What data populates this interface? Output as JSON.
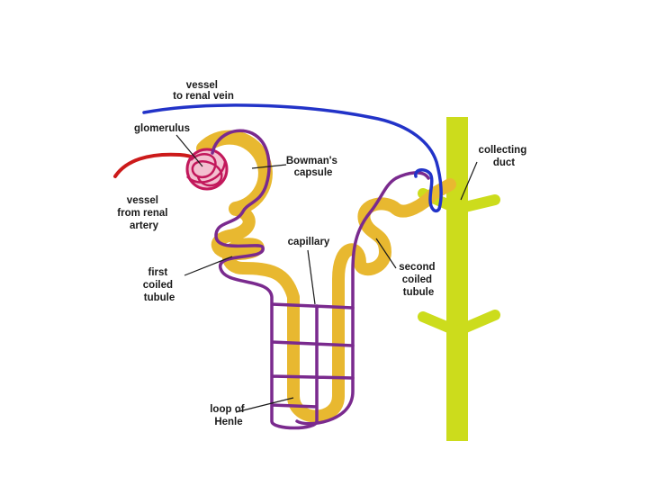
{
  "labels": {
    "vessel_to_renal_vein": [
      "vessel",
      "to renal vein"
    ],
    "glomerulus": [
      "glomerulus"
    ],
    "bowmans_capsule": [
      "Bowman's",
      "capsule"
    ],
    "vessel_from_renal_artery": [
      "vessel",
      "from renal",
      "artery"
    ],
    "collecting_duct": [
      "collecting",
      "duct"
    ],
    "capillary": [
      "capillary"
    ],
    "second_coiled_tubule": [
      "second",
      "coiled",
      "tubule"
    ],
    "first_coiled_tubule": [
      "first",
      "coiled",
      "tubule"
    ],
    "loop_of_henle": [
      "loop of",
      "Henle"
    ]
  },
  "colors": {
    "tubule": "#e8b830",
    "tubule_edge": "#d49a18",
    "collecting_duct": "#ccdc1c",
    "vein": "#2233c8",
    "artery": "#cc1a1a",
    "capillary": "#7a2a8e",
    "glomerulus": "#c2185b"
  }
}
